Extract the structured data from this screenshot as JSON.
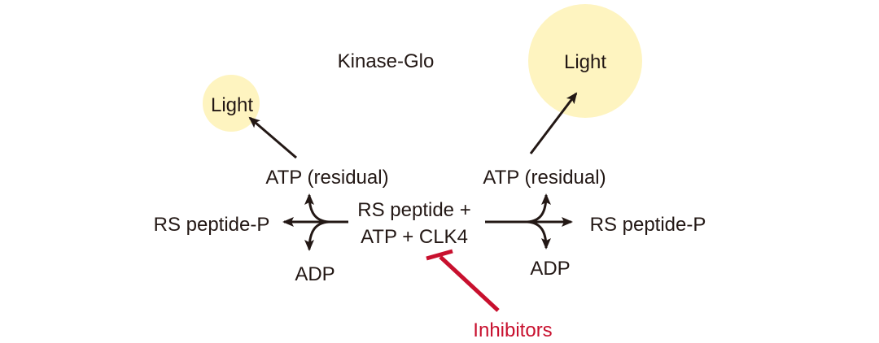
{
  "diagram": {
    "label_kinase_glo": "Kinase-Glo",
    "left": {
      "light": "Light",
      "atp_residual": "ATP (residual)",
      "product": "RS peptide-P",
      "adp": "ADP"
    },
    "center": {
      "line1": "RS peptide +",
      "line2": "ATP + CLK4"
    },
    "right": {
      "light": "Light",
      "atp_residual": "ATP (residual)",
      "product": "RS peptide-P",
      "adp": "ADP"
    },
    "inhibitors": "Inhibitors"
  },
  "colors": {
    "text": "#231815",
    "light_glow": "#fef4c0",
    "inhibitor": "#c8102e",
    "arrow": "#231815"
  }
}
